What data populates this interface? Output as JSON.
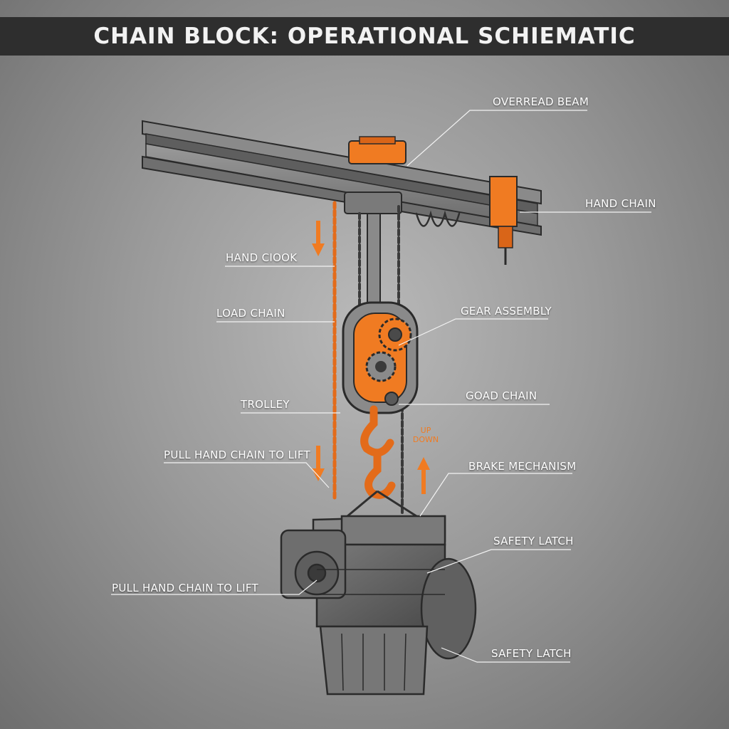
{
  "title": "CHAIN BLOCK: OPERATIONAL SCHIEMATIC",
  "colors": {
    "accent": "#f07b22",
    "steel": "#6f6f6f",
    "background": "#a3a3a3",
    "title_bar": "#2e2e2e"
  },
  "callouts": {
    "overhead_beam": "OVERREAD BEAM",
    "hand_chain": "HAND CHAIN",
    "hand_hook": "HAND CIOOK",
    "load_chain": "LOAD CHAIN",
    "gear_assembly": "GEAR ASSEMBLY",
    "trolley": "TROLLEY",
    "goad_chain": "GOAD CHAIN",
    "pull_upper": "PULL HAND CHAIN TO LIFT",
    "brake_mechanism": "BRAKE MECHANISM",
    "safety_latch_upper": "SAFETY LATCH",
    "pull_lower": "PULL HAND CHAIN TO LIFT",
    "safety_latch_lower": "SAFETY LATCH"
  },
  "direction": {
    "up": "UP",
    "down": "DOWN"
  }
}
